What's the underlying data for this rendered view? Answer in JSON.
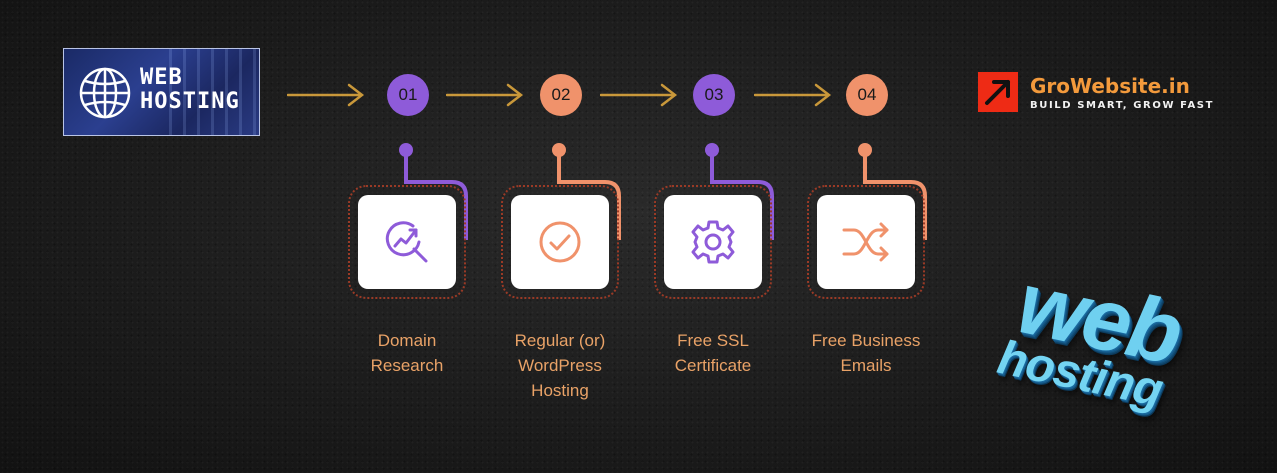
{
  "badge": {
    "line1": "WEB",
    "line2": "HOSTING",
    "icon": "globe-icon"
  },
  "steps": [
    {
      "number": "01",
      "label_lines": [
        "Domain",
        "Research"
      ],
      "icon": "search-trend-icon",
      "color": "#8e5bd9"
    },
    {
      "number": "02",
      "label_lines": [
        "Regular (or)",
        "WordPress",
        "Hosting"
      ],
      "icon": "check-circle-icon",
      "color": "#f0926b"
    },
    {
      "number": "03",
      "label_lines": [
        "Free SSL",
        "Certificate"
      ],
      "icon": "gear-icon",
      "color": "#8e5bd9"
    },
    {
      "number": "04",
      "label_lines": [
        "Free Business",
        "Emails"
      ],
      "icon": "shuffle-icon",
      "color": "#f0926b"
    }
  ],
  "logo": {
    "name": "GroWebsite.in",
    "tagline": "BUILD SMART, GROW FAST",
    "icon": "growth-arrow-icon",
    "brand_color": "#ee2b15",
    "name_color": "#f39a3c"
  },
  "decor": {
    "big_word": "web",
    "small_word": "hosting"
  },
  "colors": {
    "accent_purple": "#8e5bd9",
    "accent_orange": "#f0926b",
    "label_color": "#e9a267",
    "arrow_color": "#c9983a"
  }
}
